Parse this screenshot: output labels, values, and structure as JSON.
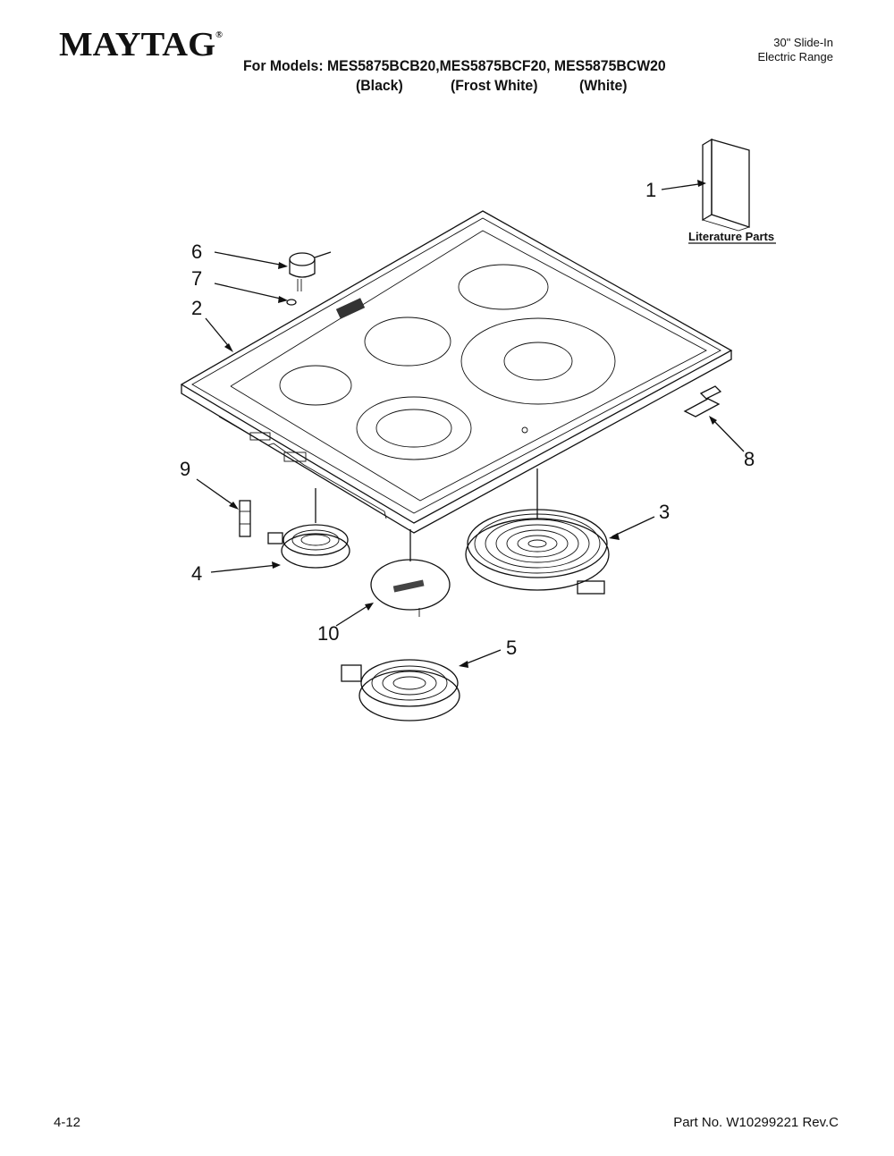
{
  "header": {
    "brand": "MAYTAG",
    "brand_mark": "®",
    "models_line": "For Models: MES5875BCB20,MES5875BCF20, MES5875BCW20",
    "variants": [
      "(Black)",
      "(Frost White)",
      "(White)"
    ],
    "product_line1": "30\" Slide-In",
    "product_line2": "Electric Range"
  },
  "diagram": {
    "callouts": [
      "1",
      "2",
      "3",
      "4",
      "5",
      "6",
      "7",
      "8",
      "9",
      "10"
    ],
    "literature_label": "Literature Parts"
  },
  "footer": {
    "page": "4-12",
    "part_no": "Part No. W10299221 Rev.C"
  }
}
